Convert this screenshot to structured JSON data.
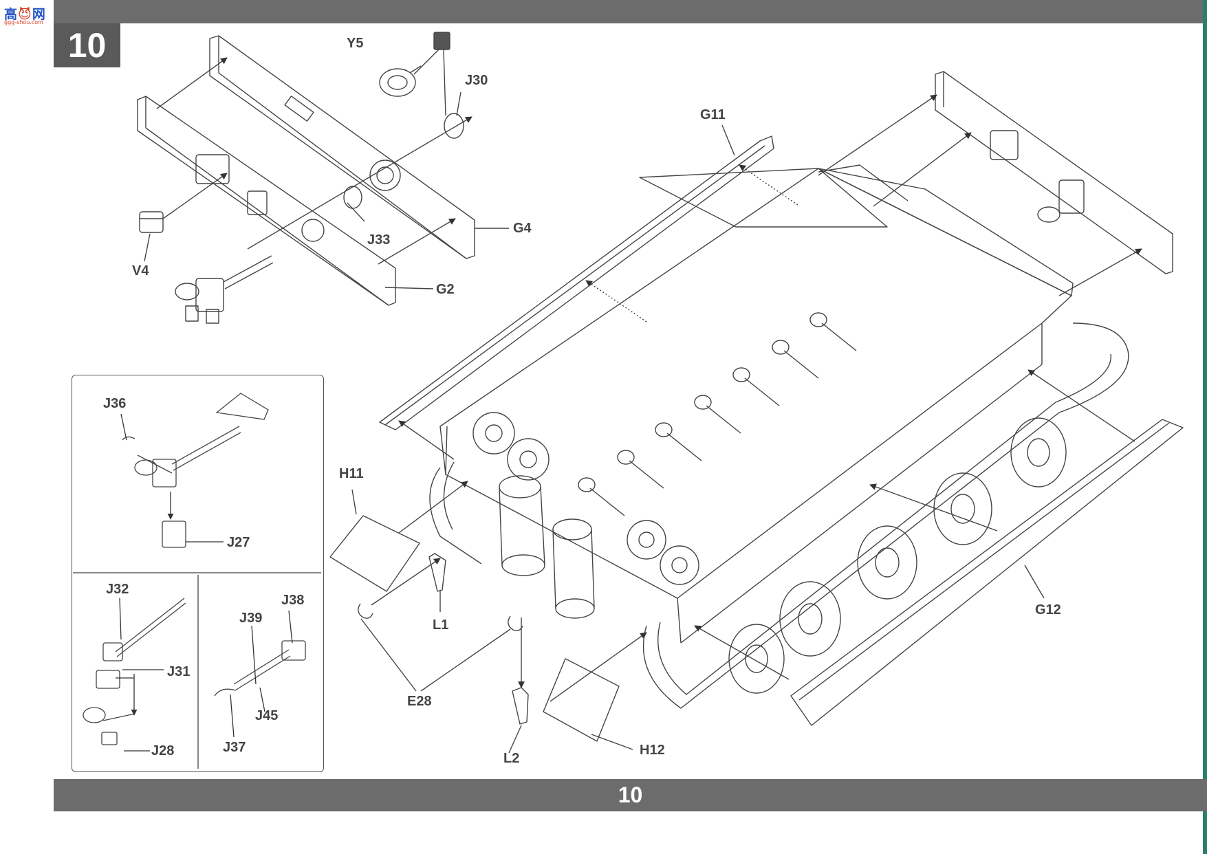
{
  "watermark": {
    "site": "高",
    "site_mark": "😈",
    "site_suffix": "网",
    "url": "ggg-shou.com"
  },
  "step": {
    "number": "10"
  },
  "footer": {
    "page_number": "10"
  },
  "labels": {
    "Y5": "Y5",
    "J30": "J30",
    "G11": "G11",
    "G4": "G4",
    "J33": "J33",
    "V4": "V4",
    "G2": "G2",
    "J36": "J36",
    "J27": "J27",
    "H11": "H11",
    "L1": "L1",
    "E28": "E28",
    "L2": "L2",
    "H12": "H12",
    "G12": "G12",
    "J32": "J32",
    "J31": "J31",
    "J28": "J28",
    "J39": "J39",
    "J38": "J38",
    "J45": "J45",
    "J37": "J37"
  }
}
